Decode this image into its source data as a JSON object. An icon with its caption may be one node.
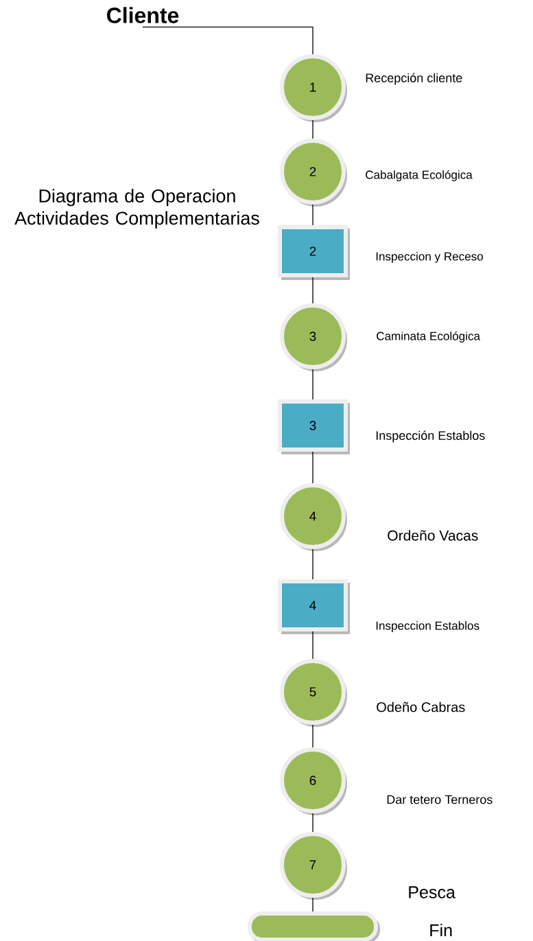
{
  "diagram": {
    "title": "Diagrama de Operacion Actividades Complementarias",
    "nodes": [
      {
        "text": [
          "Cliente"
        ]
      },
      {
        "text": [
          "1"
        ],
        "beside": [
          "Recepción cliente"
        ]
      },
      {
        "text": [
          "2"
        ],
        "beside": [
          "Cabalgata Ecológica"
        ]
      },
      {
        "text": [
          "2"
        ],
        "beside": [
          "Inspeccion y Receso"
        ]
      },
      {
        "text": [
          "3"
        ],
        "beside": [
          "Caminata Ecológica"
        ]
      },
      {
        "text": [
          "3"
        ],
        "beside": [
          "Inspección Establos"
        ]
      },
      {
        "text": [
          "4"
        ],
        "beside": [
          "Ordeño Vacas"
        ]
      },
      {
        "text": [
          "4"
        ],
        "beside": [
          "Inspeccion Establos"
        ]
      },
      {
        "text": [
          "5"
        ],
        "beside": [
          "Odeño Cabras"
        ]
      },
      {
        "text": [
          "6"
        ],
        "beside": [
          "Dar tetero Terneros"
        ]
      },
      {
        "text": [
          "7"
        ]
      },
      {
        "text": [],
        "shape": "bar",
        "beside": [
          "Fin"
        ]
      }
    ],
    "edges": [
      {
        "from": 0,
        "to": 1,
        "arrow": "none"
      },
      {
        "from": 1,
        "to": 2,
        "arrow": "none"
      },
      {
        "from": 2,
        "to": 3,
        "arrow": "none"
      },
      {
        "from": 3,
        "to": 4,
        "arrow": "none"
      },
      {
        "from": 4,
        "to": 5,
        "arrow": "none"
      },
      {
        "from": 5,
        "to": 6,
        "arrow": "none"
      },
      {
        "from": 6,
        "to": 7,
        "arrow": "none"
      },
      {
        "from": 7,
        "to": 8,
        "arrow": "none"
      },
      {
        "from": 8,
        "to": 9,
        "arrow": "none"
      },
      {
        "from": 9,
        "to": 10,
        "arrow": "none"
      },
      {
        "from": 10,
        "to": 11,
        "arrow": "none"
      }
    ],
    "labels": [
      "Pesca"
    ]
  }
}
